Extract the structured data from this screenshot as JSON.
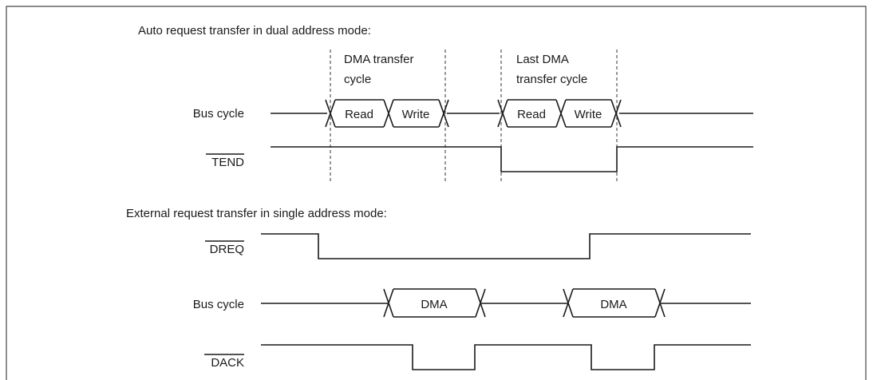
{
  "section1": {
    "heading": "Auto request transfer in dual address mode:",
    "window1_label": [
      "DMA transfer",
      "cycle"
    ],
    "window2_label": [
      "Last DMA",
      "transfer cycle"
    ],
    "bus_cycle_label": "Bus cycle",
    "tend_label": "TEND",
    "read_label": "Read",
    "write_label": "Write"
  },
  "section2": {
    "heading": "External request transfer in single address mode:",
    "dreq_label": "DREQ",
    "bus_cycle_label": "Bus cycle",
    "dack_label": "DACK",
    "dma_label": "DMA"
  }
}
